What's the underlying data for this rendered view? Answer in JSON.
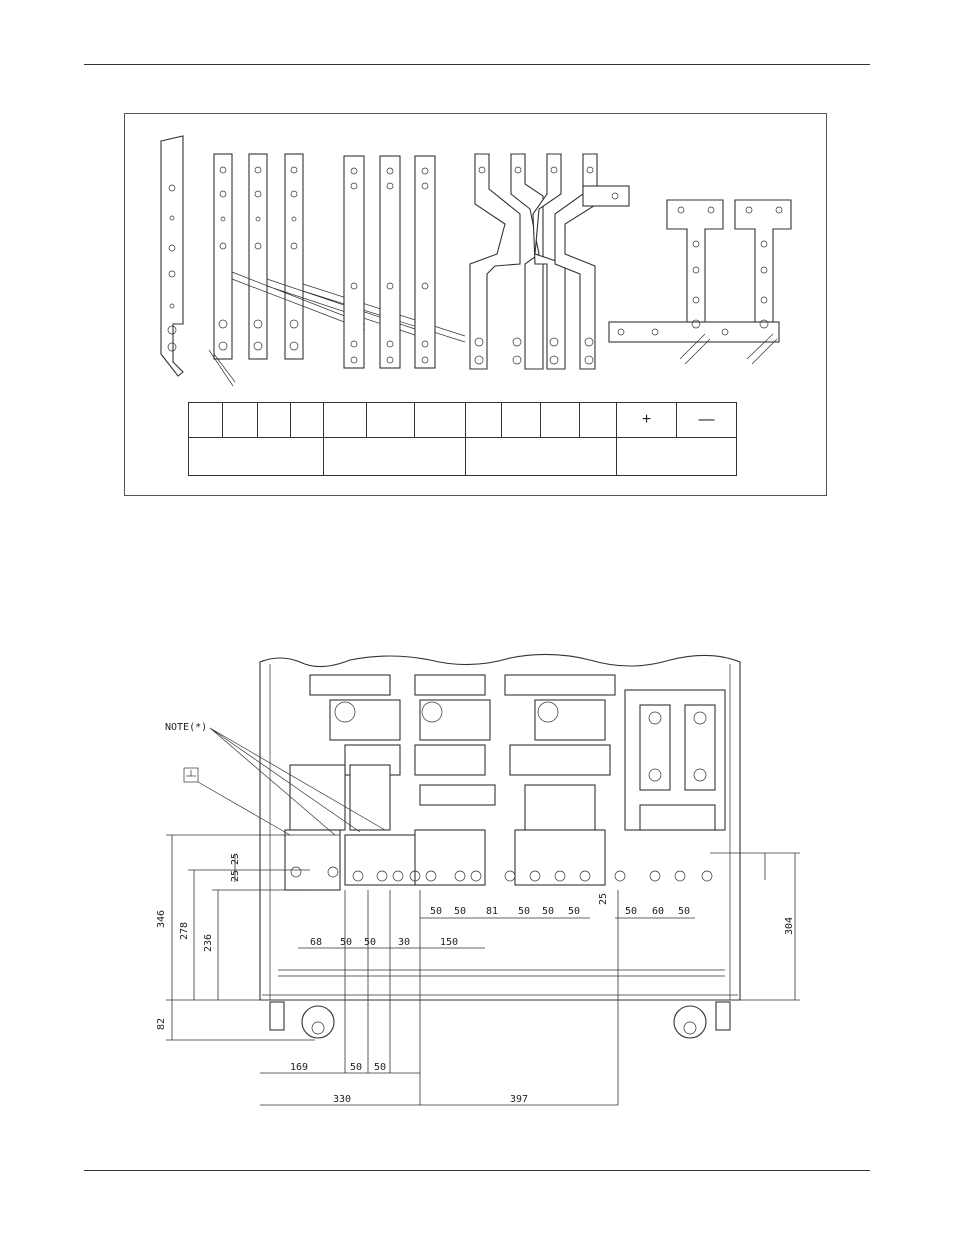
{
  "terminal_table": {
    "row1": [
      "",
      "",
      "",
      "",
      "",
      "",
      "",
      "",
      "",
      "",
      "",
      "+",
      "—"
    ],
    "row2": [
      "",
      "",
      "",
      ""
    ]
  },
  "cabinet": {
    "note_label": "NOTE(*)",
    "ground_symbol": "ground-symbol",
    "dims": {
      "d346": "346",
      "d278": "278",
      "d236": "236",
      "d82": "82",
      "d25a": "25",
      "d25b": "25",
      "d25c": "25",
      "d304": "304",
      "d68": "68",
      "d50a": "50",
      "d50b": "50",
      "d30": "30",
      "d150": "150",
      "d50c": "50",
      "d50d": "50",
      "d81": "81",
      "d50e": "50",
      "d50f": "50",
      "d50g": "50",
      "d50h": "50",
      "d60": "60",
      "d50i": "50",
      "d169": "169",
      "d50j": "50",
      "d50k": "50",
      "d330": "330",
      "d397": "397"
    }
  }
}
